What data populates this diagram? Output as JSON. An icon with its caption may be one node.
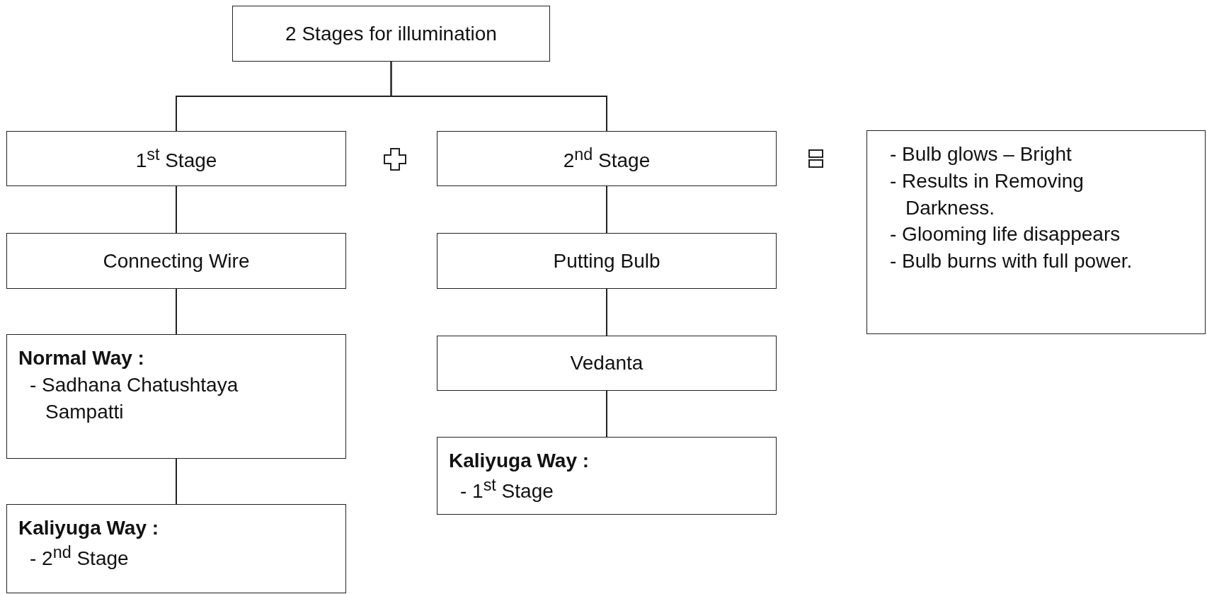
{
  "diagram": {
    "nodes": [
      {
        "text": [
          "2 Stages for illumination"
        ]
      },
      {
        "text": [
          "1$^{st}$ Stage"
        ]
      },
      {
        "text": [
          "2$^{nd}$ Stage"
        ]
      },
      {
        "text": [
          "- Bulb glows – Bright",
          "- Results in Removing Darkness.",
          "- Glooming life disappears",
          "- Bulb burns with full power."
        ]
      },
      {
        "text": [
          "Connecting Wire"
        ]
      },
      {
        "text": [
          "Putting Bulb"
        ]
      },
      {
        "text": [
          "Normal Way :",
          "- Sadhana Chatushtaya Sampatti"
        ]
      },
      {
        "text": [
          "Vedanta"
        ]
      },
      {
        "text": [
          "Kaliyuga Way :",
          "- 1$^{st}$ Stage"
        ]
      },
      {
        "text": [
          "Kaliyuga Way :",
          "- 2$^{nd}$ Stage"
        ]
      }
    ],
    "edges": [
      {
        "from": 0,
        "to": 1,
        "arrow": "none"
      },
      {
        "from": 0,
        "to": 2,
        "arrow": "none"
      },
      {
        "from": 1,
        "to": 4,
        "arrow": "none"
      },
      {
        "from": 2,
        "to": 5,
        "arrow": "none"
      },
      {
        "from": 4,
        "to": 6,
        "arrow": "none"
      },
      {
        "from": 5,
        "to": 7,
        "arrow": "none"
      },
      {
        "from": 6,
        "to": 9,
        "arrow": "none"
      },
      {
        "from": 7,
        "to": 8,
        "arrow": "none"
      }
    ]
  }
}
